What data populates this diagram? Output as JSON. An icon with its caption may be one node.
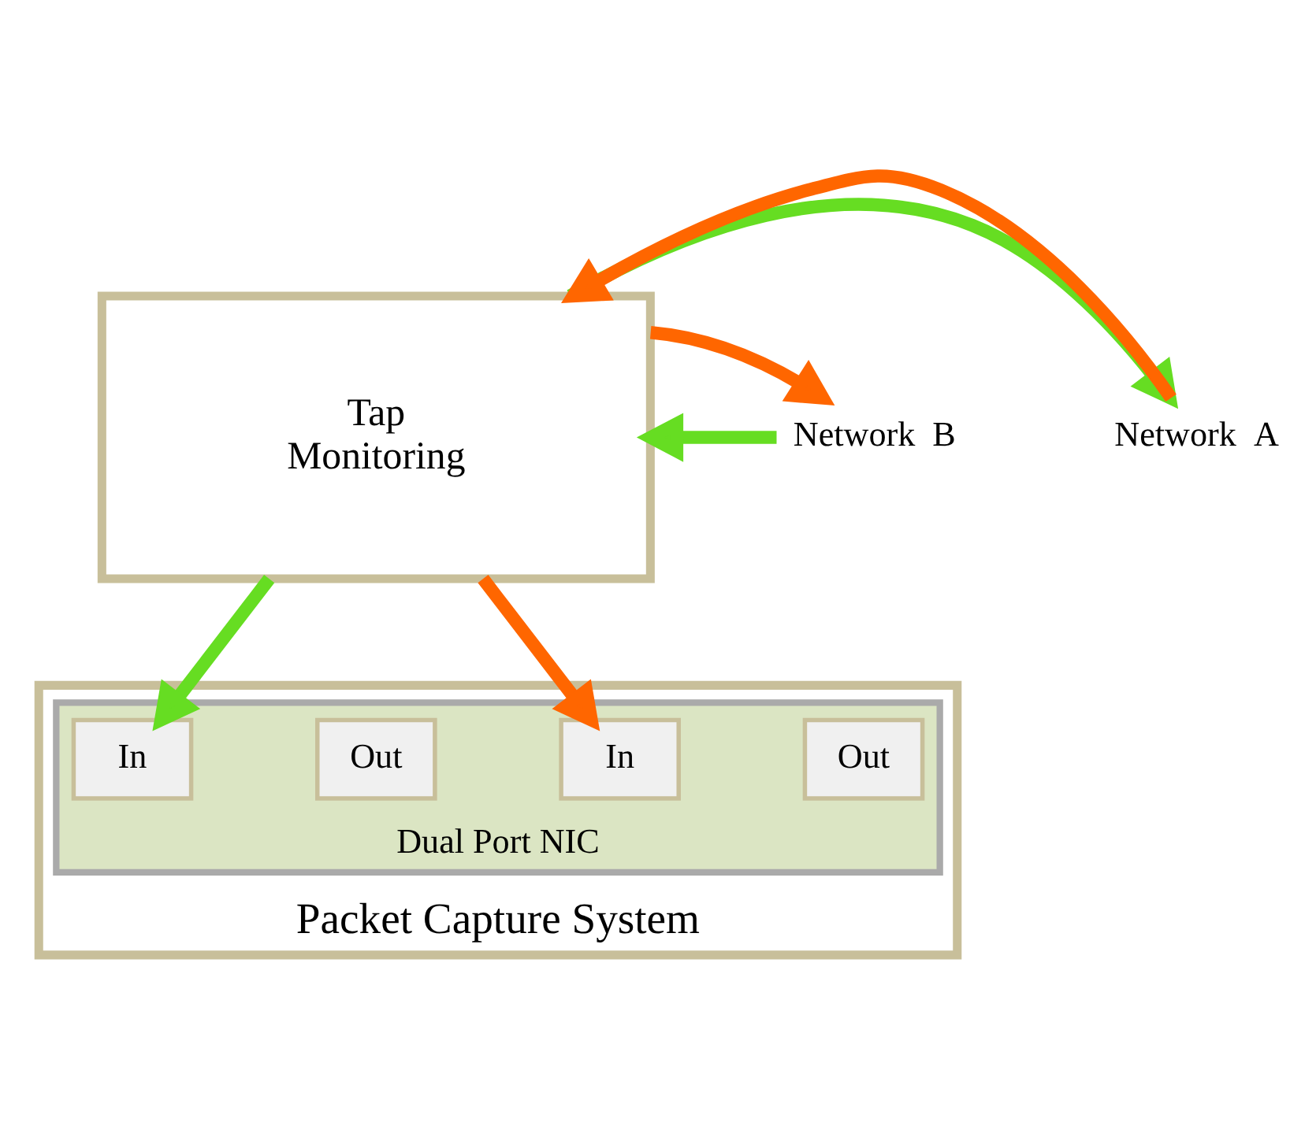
{
  "diagram": {
    "nodes": [
      {
        "text": [
          "Tap",
          "Monitoring"
        ]
      },
      {
        "text": [
          "Network  A"
        ]
      },
      {
        "text": [
          "Network  B"
        ]
      },
      {
        "text": [
          "Packet Capture System"
        ]
      },
      {
        "text": [
          "Dual Port NIC"
        ],
        "in": 3
      },
      {
        "text": [
          "Out"
        ],
        "in": 4
      },
      {
        "text": [
          "In"
        ],
        "in": 4
      },
      {
        "text": [
          "Out"
        ],
        "in": 4
      },
      {
        "text": [
          "In"
        ],
        "in": 4
      }
    ],
    "edges": [
      {
        "from": 0,
        "to": 1,
        "arrow": "to",
        "color": "#66dd22"
      },
      {
        "from": 1,
        "to": 0,
        "arrow": "to",
        "color": "#ff6600"
      },
      {
        "from": 2,
        "to": 0,
        "arrow": "to",
        "color": "#66dd22"
      },
      {
        "from": 0,
        "to": 2,
        "arrow": "to",
        "color": "#ff6600"
      },
      {
        "from": 0,
        "to": 6,
        "arrow": "to",
        "color": "#ff6600"
      },
      {
        "from": 0,
        "to": 8,
        "arrow": "to",
        "color": "#66dd22"
      }
    ]
  }
}
